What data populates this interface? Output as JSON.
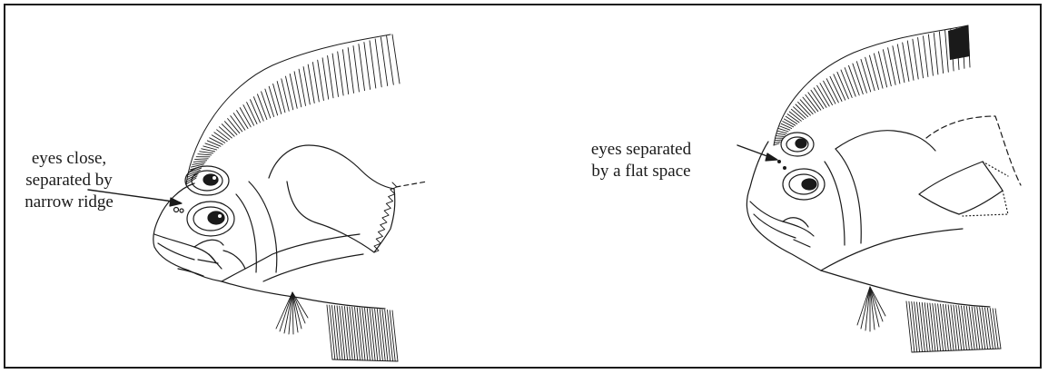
{
  "figure": {
    "left_fish": {
      "callout_lines": [
        "eyes close,",
        "separated by",
        "narrow ridge"
      ]
    },
    "right_fish": {
      "callout_lines": [
        "eyes separated",
        "by a flat space"
      ]
    },
    "colors": {
      "ink": "#1a1a1a",
      "background": "#ffffff"
    }
  }
}
